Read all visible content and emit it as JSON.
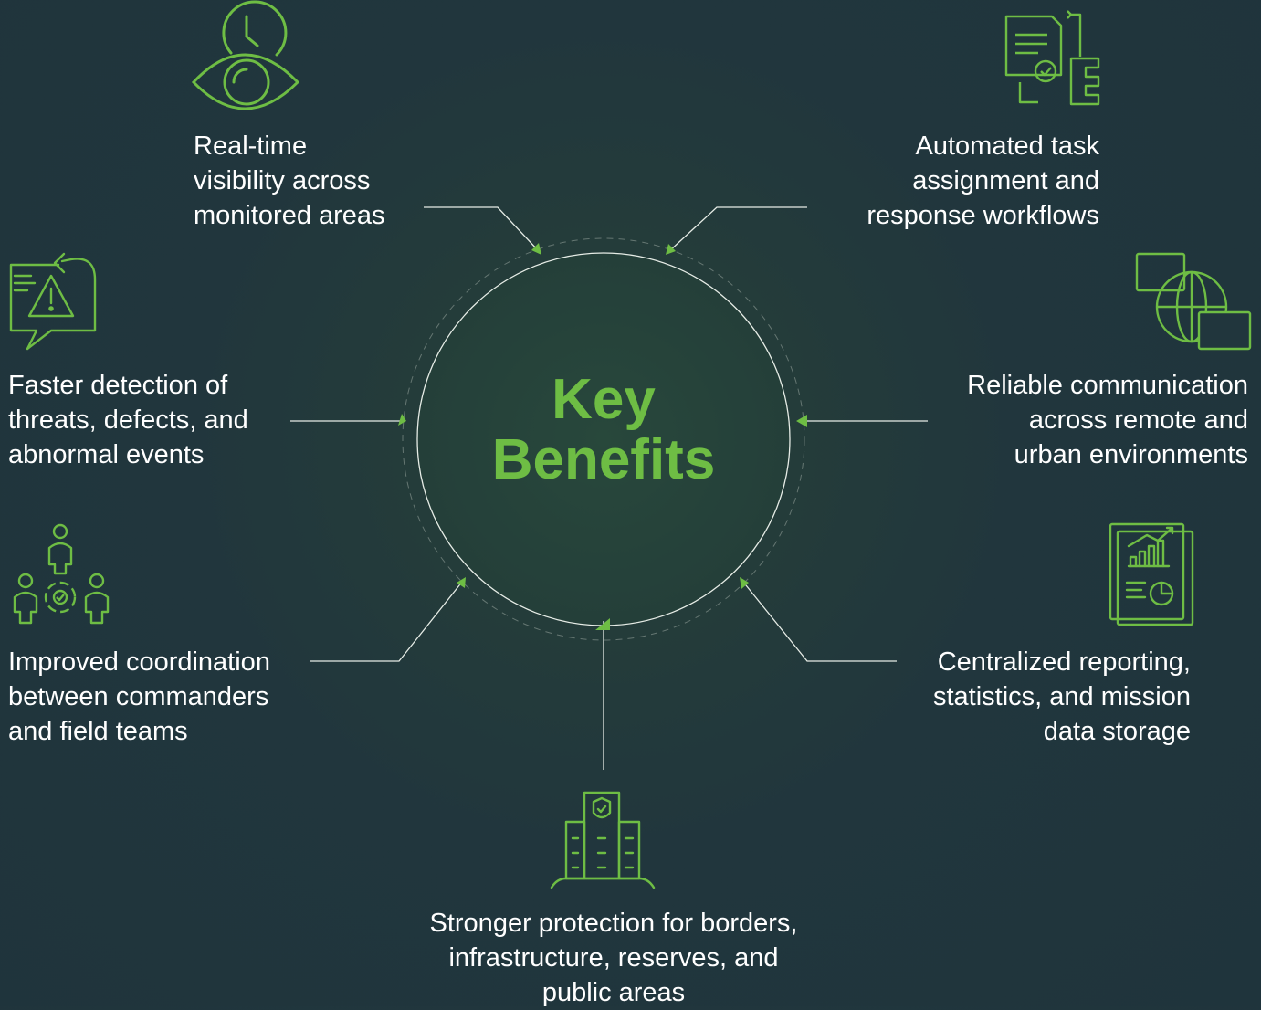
{
  "title": {
    "line1": "Key",
    "line2": "Benefits"
  },
  "colors": {
    "accent": "#6ebd44",
    "background": "#21363d",
    "text": "#ffffff",
    "line": "#e6ece6"
  },
  "benefits": [
    {
      "icon": "eye-clock-icon",
      "lines": [
        "Real-time",
        "visibility across",
        "monitored areas"
      ]
    },
    {
      "icon": "document-checklist-icon",
      "lines": [
        "Automated task",
        "assignment and",
        "response workflows"
      ]
    },
    {
      "icon": "alert-chat-icon",
      "lines": [
        "Faster detection of",
        "threats, defects, and",
        "abnormal events"
      ]
    },
    {
      "icon": "globe-chat-icon",
      "lines": [
        "Reliable communication",
        "across remote and",
        "urban environments"
      ]
    },
    {
      "icon": "team-coordination-icon",
      "lines": [
        "Improved coordination",
        "between commanders",
        "and field teams"
      ]
    },
    {
      "icon": "report-chart-icon",
      "lines": [
        "Centralized reporting,",
        "statistics, and mission",
        "data storage"
      ]
    },
    {
      "icon": "shield-buildings-icon",
      "lines": [
        "Stronger protection for borders,",
        "infrastructure, reserves, and",
        "public areas"
      ]
    }
  ]
}
